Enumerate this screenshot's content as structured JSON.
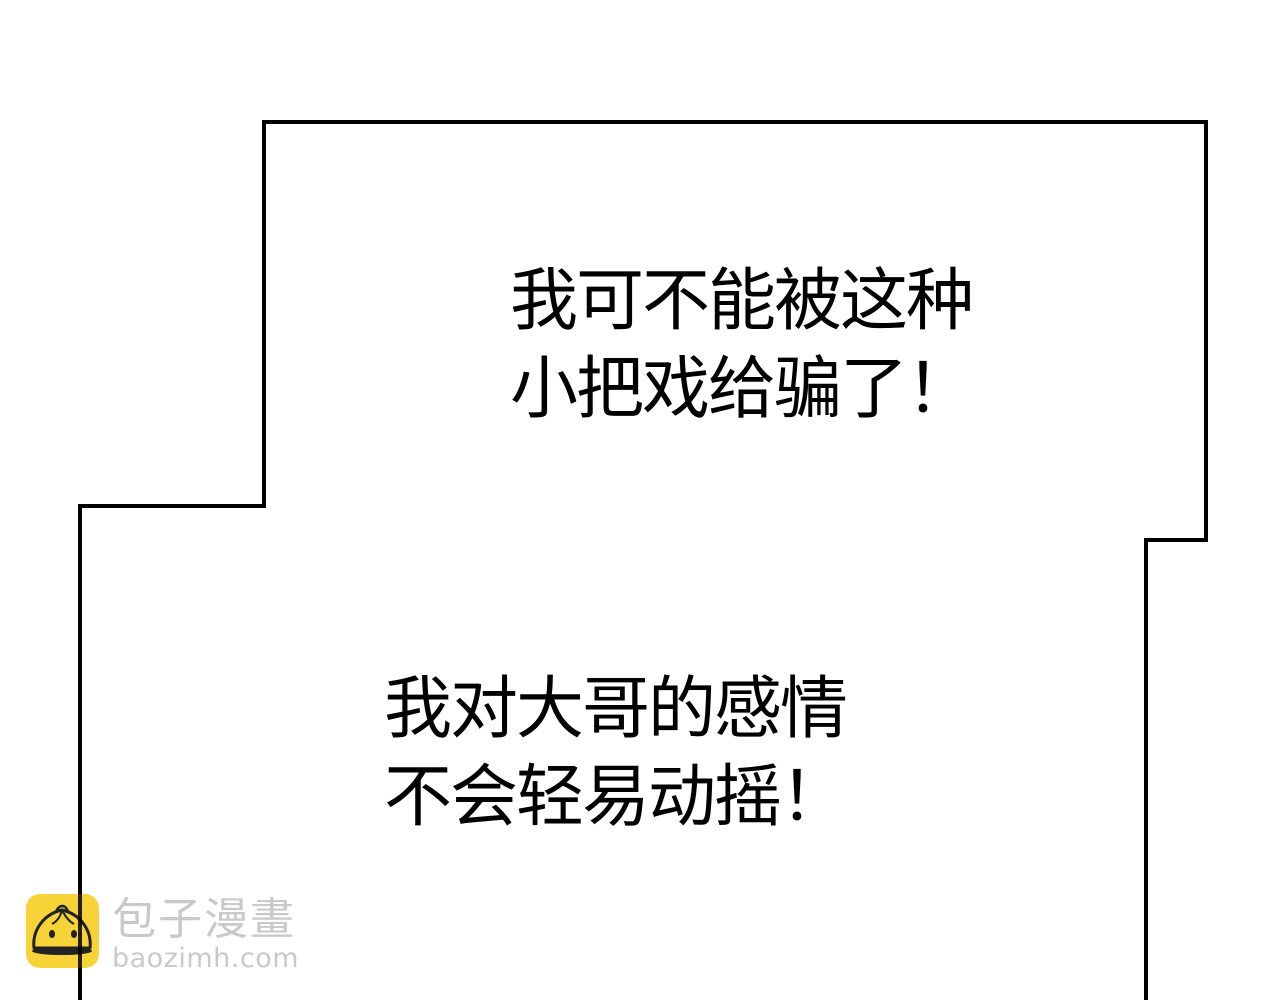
{
  "panel": {
    "background": "#ffffff",
    "border_color": "#000000",
    "border_width": 4
  },
  "dialogue": [
    {
      "lines": [
        "我可不能被这种",
        "小把戏给骗了！"
      ]
    },
    {
      "lines": [
        "我对大哥的感情",
        "不会轻易动摇！"
      ]
    }
  ],
  "watermark": {
    "icon": "steamed-bun-logo-icon",
    "logo_color": "#f7d338",
    "title": "包子漫畫",
    "url": "baozimh.com",
    "text_color": "#c9c9c9"
  }
}
